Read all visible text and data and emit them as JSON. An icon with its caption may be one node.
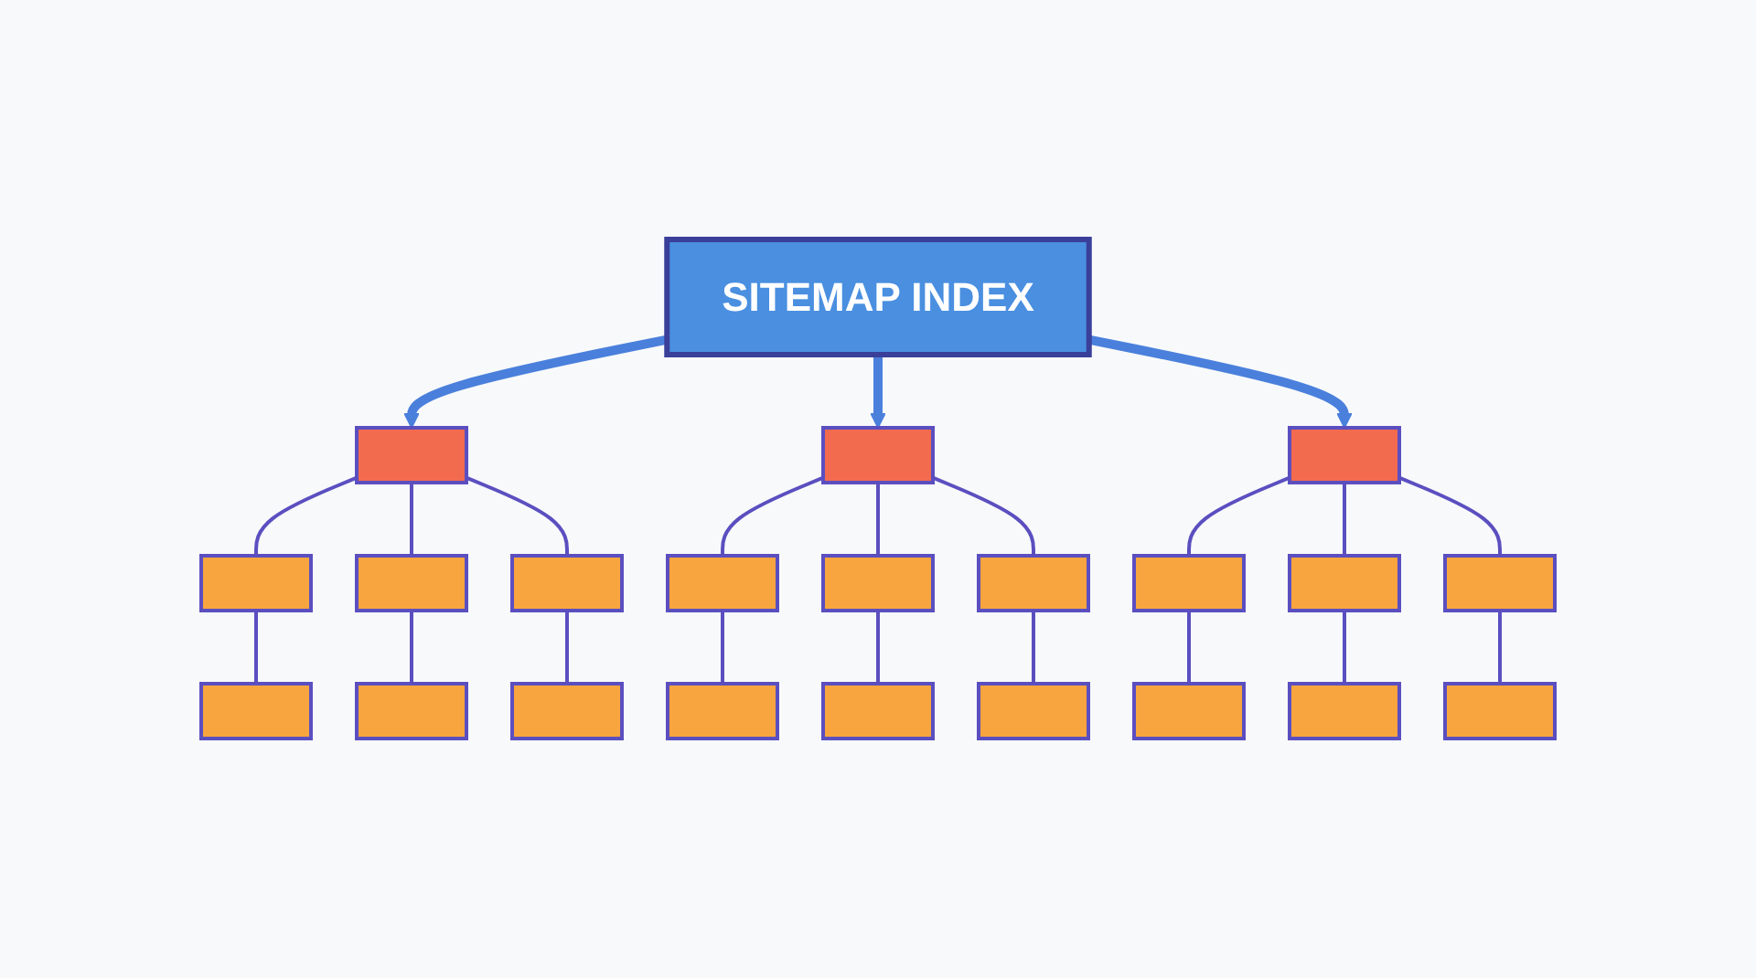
{
  "diagram": {
    "nodes": [
      {
        "text": [
          "SITEMAP INDEX"
        ]
      },
      {
        "text": [],
        "shape": "box"
      },
      {
        "text": [],
        "shape": "box"
      },
      {
        "text": [],
        "shape": "box"
      },
      {
        "text": [],
        "shape": "box"
      },
      {
        "text": [],
        "shape": "box"
      },
      {
        "text": [],
        "shape": "box"
      },
      {
        "text": [],
        "shape": "box"
      },
      {
        "text": [],
        "shape": "box"
      },
      {
        "text": [],
        "shape": "box"
      },
      {
        "text": [],
        "shape": "box"
      },
      {
        "text": [],
        "shape": "box"
      },
      {
        "text": [],
        "shape": "box"
      },
      {
        "text": [],
        "shape": "box"
      },
      {
        "text": [],
        "shape": "box"
      },
      {
        "text": [],
        "shape": "box"
      },
      {
        "text": [],
        "shape": "box"
      },
      {
        "text": [],
        "shape": "box"
      },
      {
        "text": [],
        "shape": "box"
      },
      {
        "text": [],
        "shape": "box"
      },
      {
        "text": [],
        "shape": "box"
      },
      {
        "text": [],
        "shape": "box"
      }
    ],
    "edges": [
      {
        "from": 0,
        "to": 1,
        "arrow": "to",
        "style": "thick",
        "color": "#4a80dc"
      },
      {
        "from": 0,
        "to": 8,
        "arrow": "to",
        "style": "thick",
        "color": "#4a80dc"
      },
      {
        "from": 0,
        "to": 15,
        "arrow": "to",
        "style": "thick",
        "color": "#4a80dc"
      },
      {
        "from": 1,
        "to": 2,
        "arrow": "none"
      },
      {
        "from": 1,
        "to": 3,
        "arrow": "none"
      },
      {
        "from": 1,
        "to": 4,
        "arrow": "none"
      },
      {
        "from": 2,
        "to": 5,
        "arrow": "none"
      },
      {
        "from": 3,
        "to": 6,
        "arrow": "none"
      },
      {
        "from": 4,
        "to": 7,
        "arrow": "none"
      },
      {
        "from": 8,
        "to": 9,
        "arrow": "none"
      },
      {
        "from": 8,
        "to": 10,
        "arrow": "none"
      },
      {
        "from": 8,
        "to": 11,
        "arrow": "none"
      },
      {
        "from": 9,
        "to": 12,
        "arrow": "none"
      },
      {
        "from": 10,
        "to": 13,
        "arrow": "none"
      },
      {
        "from": 11,
        "to": 14,
        "arrow": "none"
      },
      {
        "from": 15,
        "to": 16,
        "arrow": "none"
      },
      {
        "from": 15,
        "to": 17,
        "arrow": "none"
      },
      {
        "from": 15,
        "to": 18,
        "arrow": "none"
      },
      {
        "from": 16,
        "to": 19,
        "arrow": "none"
      },
      {
        "from": 17,
        "to": 20,
        "arrow": "none"
      },
      {
        "from": 18,
        "to": 21,
        "arrow": "none"
      }
    ]
  }
}
